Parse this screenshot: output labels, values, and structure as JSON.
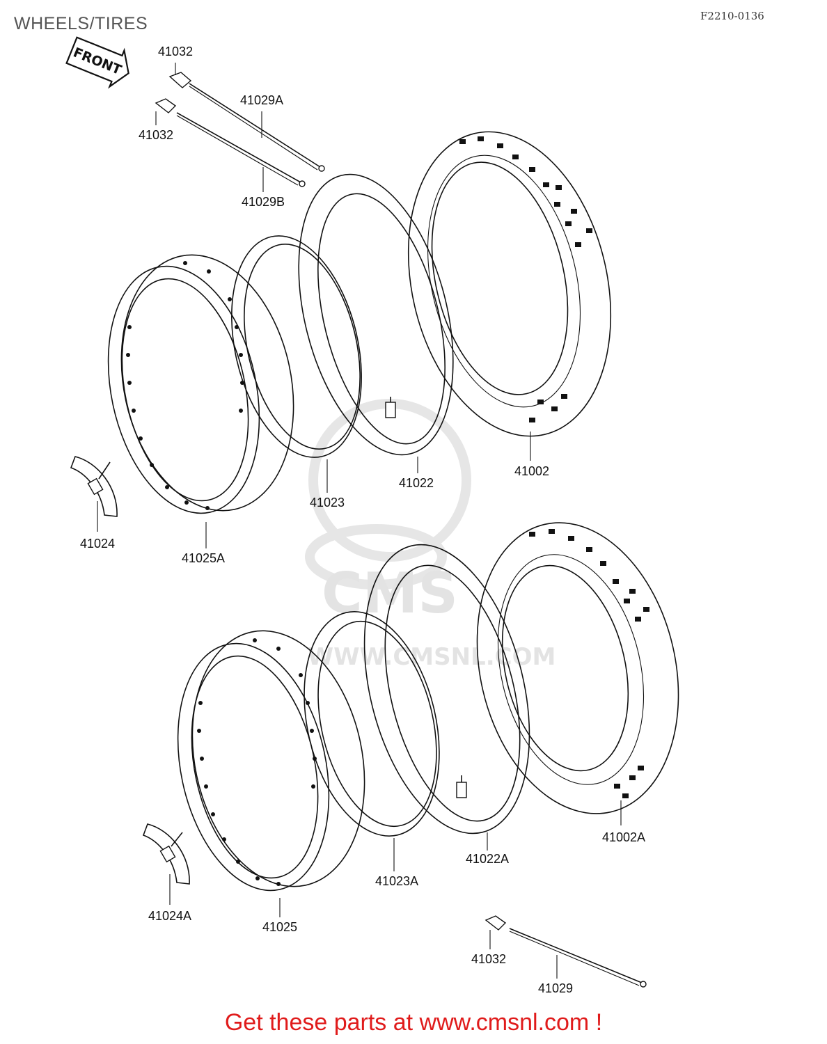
{
  "header": {
    "title": "WHEELS/TIRES",
    "code": "F2210-0136",
    "front_arrow_label": "FRONT"
  },
  "watermark": {
    "logo_text": "CMS",
    "url_text": "WWW.CMSNL.COM"
  },
  "parts": {
    "front_spoke_outer_nipple": "41032",
    "front_spoke_a": "41029A",
    "front_spoke_inner_nipple": "41032",
    "front_spoke_b": "41029B",
    "front_tire": "41002",
    "front_tube": "41022",
    "front_rim_band": "41023",
    "front_rim_lock": "41024",
    "front_rim": "41025A",
    "rear_tire": "41002A",
    "rear_tube": "41022A",
    "rear_rim_band": "41023A",
    "rear_rim_lock": "41024A",
    "rear_rim": "41025",
    "rear_spoke_nipple": "41032",
    "rear_spoke": "41029"
  },
  "footer": {
    "text": "Get these parts at www.cmsnl.com !"
  }
}
